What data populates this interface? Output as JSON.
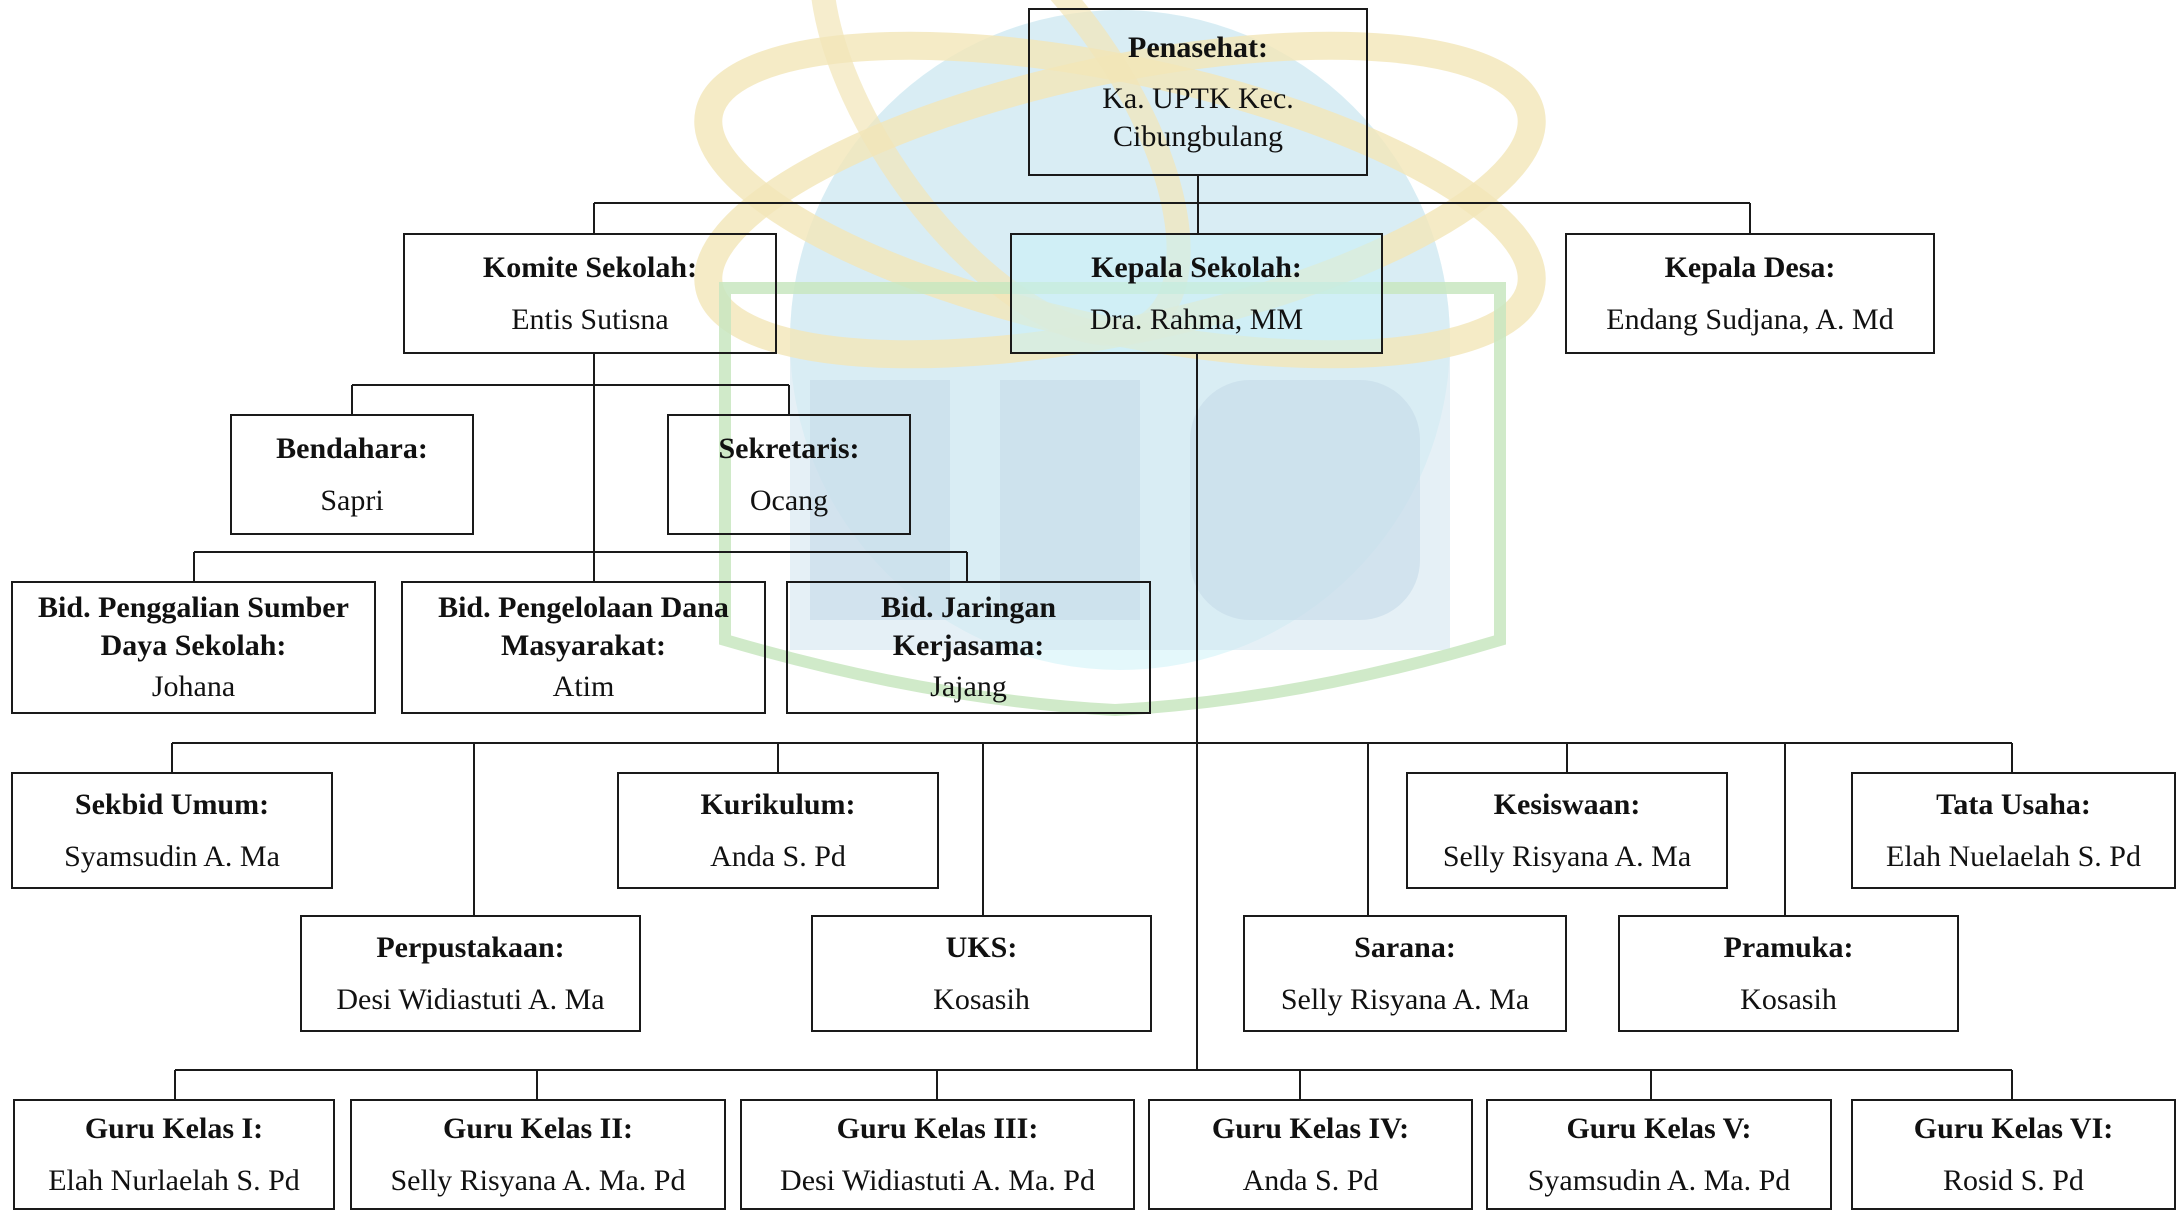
{
  "colors": {
    "line": "#1a1a1a",
    "watermark_blue": "#cfe3ee",
    "watermark_cyan": "#d2f4f8",
    "watermark_gold": "#f2e6b8",
    "watermark_green": "#c8e6c0"
  },
  "watermark": {
    "logo": "uin-logo-watermark"
  },
  "nodes": {
    "penasehat": {
      "title": "Penasehat:",
      "name": "Ka. UPTK Kec. Cibungbulang"
    },
    "komite": {
      "title": "Komite Sekolah:",
      "name": "Entis Sutisna"
    },
    "kepala_sekolah": {
      "title": "Kepala Sekolah:",
      "name": "Dra. Rahma, MM"
    },
    "kepala_desa": {
      "title": "Kepala Desa:",
      "name": "Endang Sudjana, A. Md"
    },
    "bendahara": {
      "title": "Bendahara:",
      "name": "Sapri"
    },
    "sekretaris": {
      "title": "Sekretaris:",
      "name": "Ocang"
    },
    "bid_penggalian": {
      "title": "Bid. Penggalian Sumber Daya Sekolah:",
      "name": "Johana"
    },
    "bid_pengelolaan": {
      "title": "Bid. Pengelolaan Dana Masyarakat:",
      "name": "Atim"
    },
    "bid_jaringan": {
      "title": "Bid. Jaringan Kerjasama:",
      "name": "Jajang"
    },
    "sekbid_umum": {
      "title": "Sekbid Umum:",
      "name": "Syamsudin A. Ma"
    },
    "kurikulum": {
      "title": "Kurikulum:",
      "name": "Anda S. Pd"
    },
    "kesiswaan": {
      "title": "Kesiswaan:",
      "name": "Selly Risyana A. Ma"
    },
    "tata_usaha": {
      "title": "Tata Usaha:",
      "name": "Elah Nuelaelah S. Pd"
    },
    "perpustakaan": {
      "title": "Perpustakaan:",
      "name": "Desi Widiastuti A. Ma"
    },
    "uks": {
      "title": "UKS:",
      "name": "Kosasih"
    },
    "sarana": {
      "title": "Sarana:",
      "name": "Selly Risyana A. Ma"
    },
    "pramuka": {
      "title": "Pramuka:",
      "name": "Kosasih"
    },
    "guru_1": {
      "title": "Guru Kelas I:",
      "name": "Elah Nurlaelah S. Pd"
    },
    "guru_2": {
      "title": "Guru Kelas II:",
      "name": "Selly Risyana A. Ma. Pd"
    },
    "guru_3": {
      "title": "Guru Kelas III:",
      "name": "Desi Widiastuti A. Ma. Pd"
    },
    "guru_4": {
      "title": "Guru Kelas IV:",
      "name": "Anda S. Pd"
    },
    "guru_5": {
      "title": "Guru Kelas V:",
      "name": "Syamsudin A. Ma. Pd"
    },
    "guru_6": {
      "title": "Guru Kelas VI:",
      "name": "Rosid S. Pd"
    }
  }
}
